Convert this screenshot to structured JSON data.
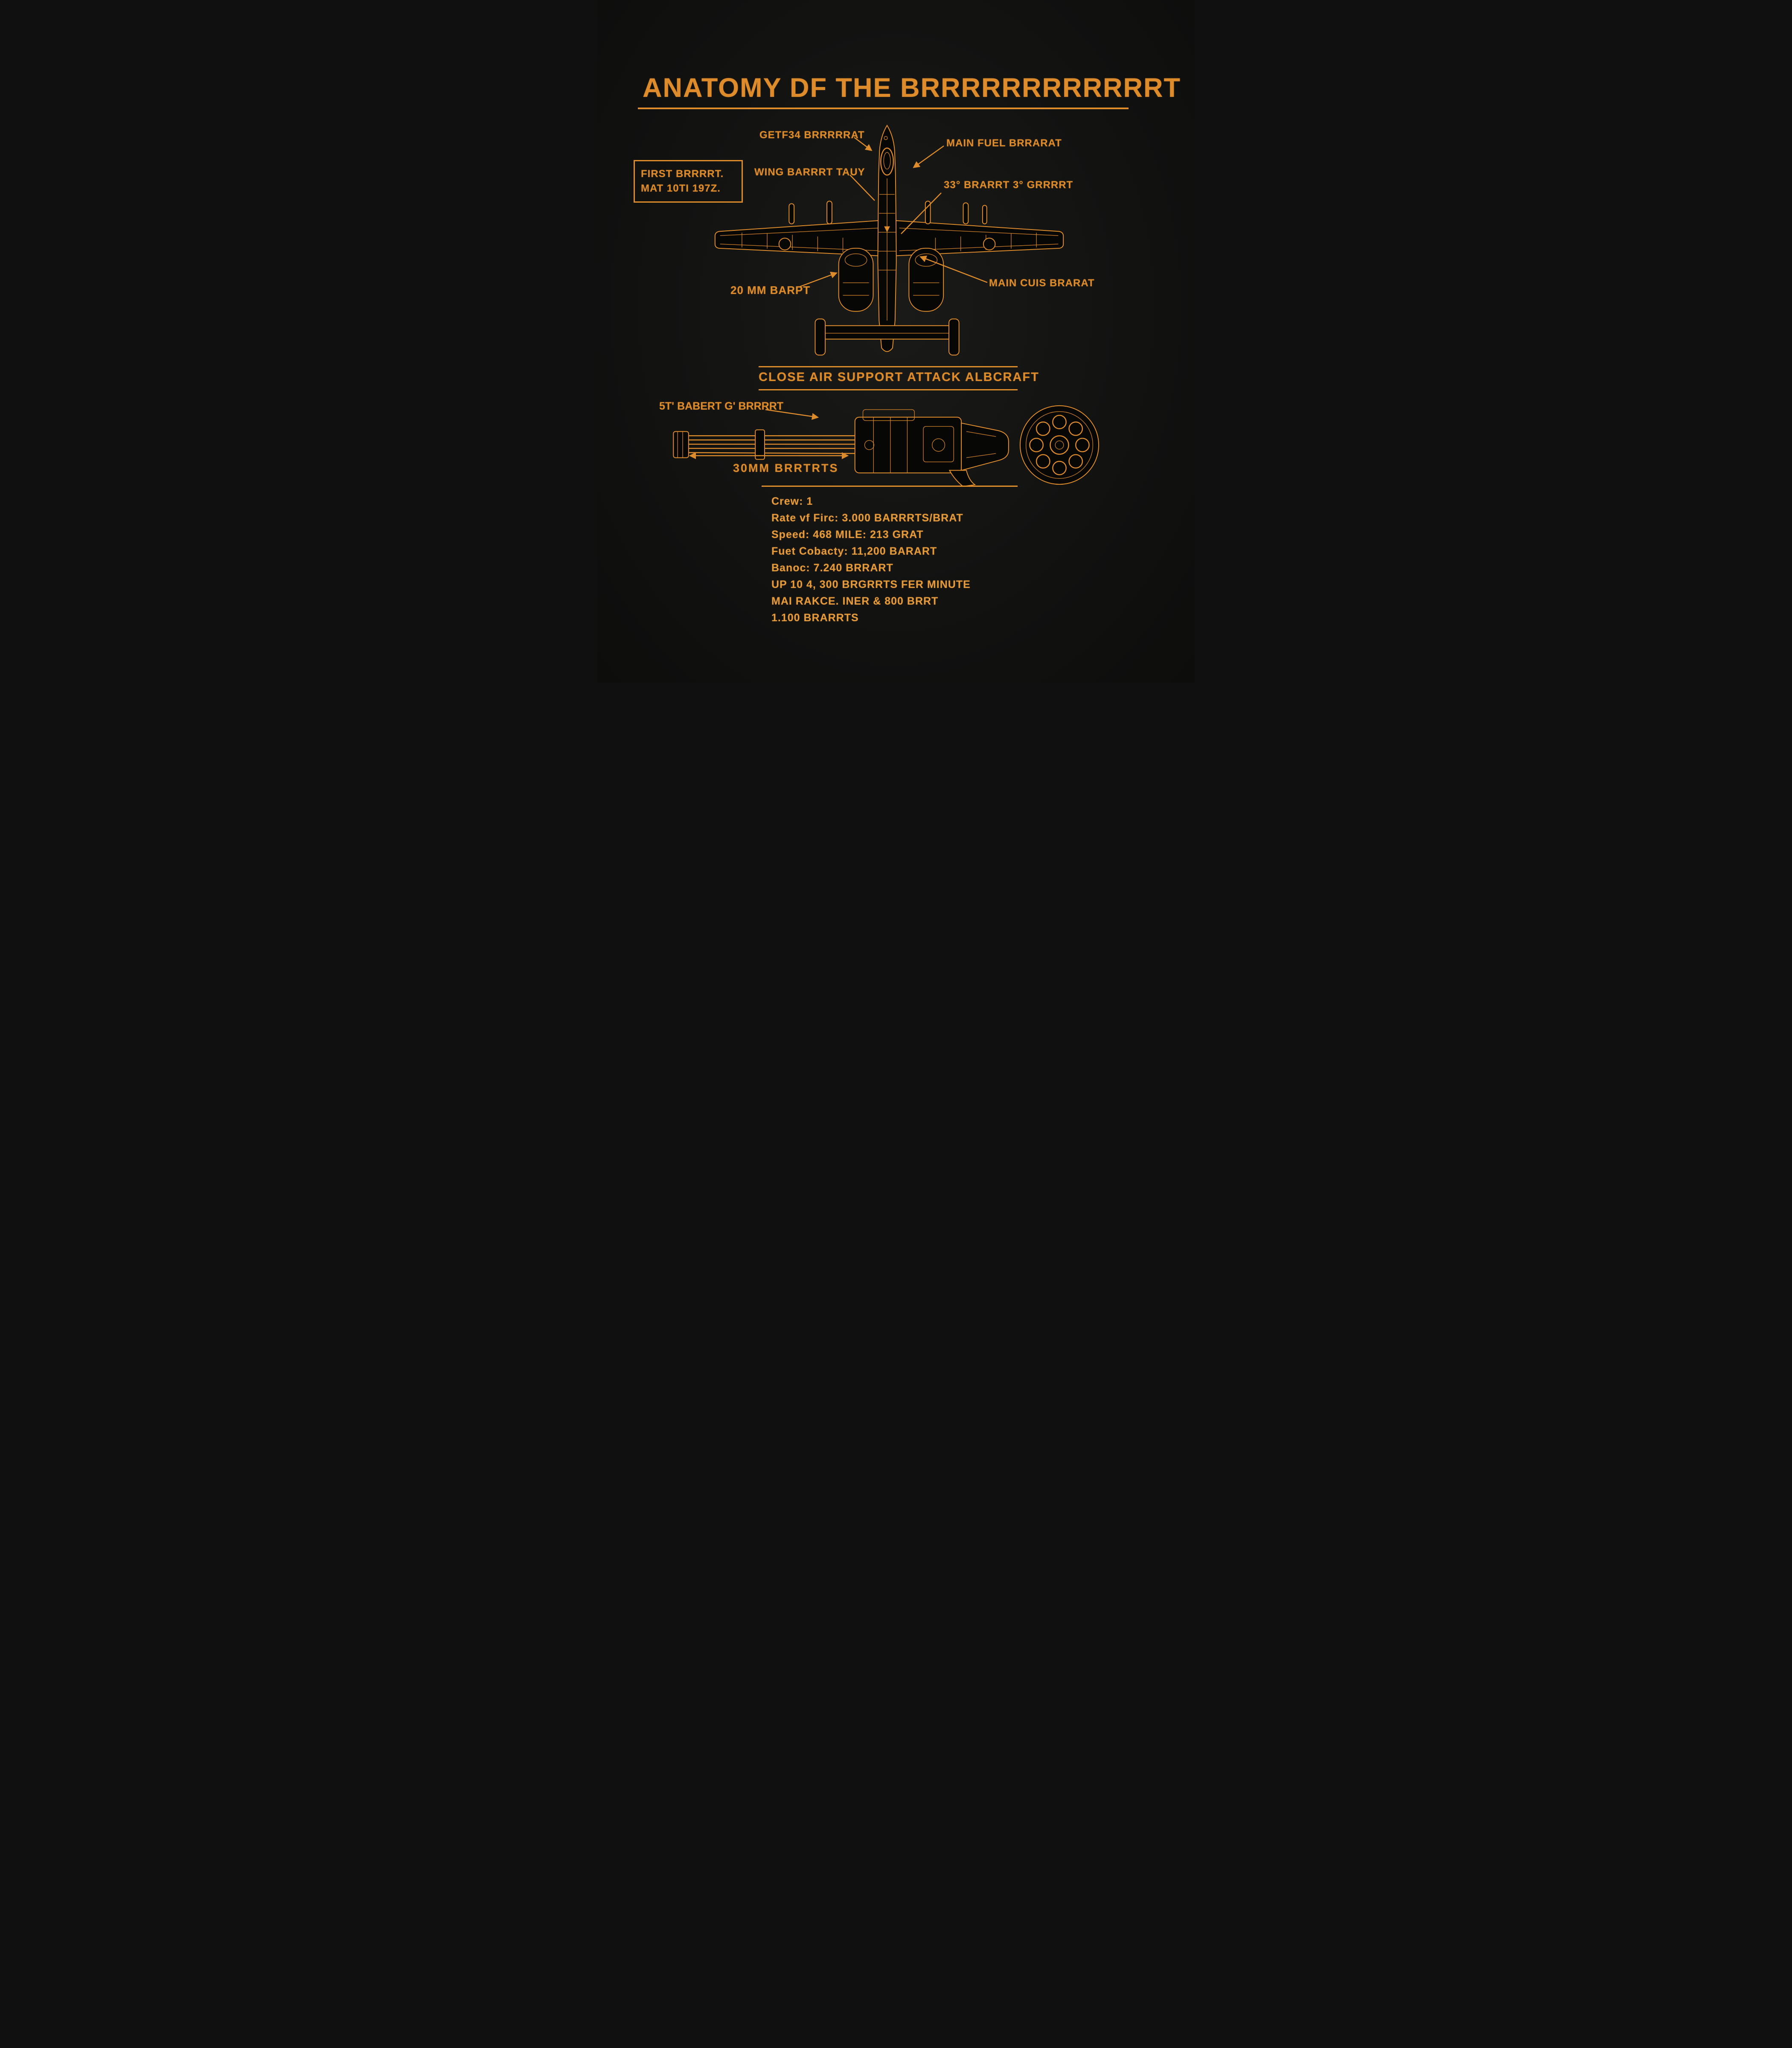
{
  "colors": {
    "accent": "#dd8b2b",
    "accent_light": "#e59a3c",
    "background": "#141413",
    "silhouette": "#070706"
  },
  "title": "ANATOMY DF THE BRRRRRRRRRRRRT",
  "callouts": {
    "engine_label": "GETF34 BRRRRRAT",
    "fuel_label": "MAIN FUEL BRRARAT",
    "first_box_line1": "FIRST BRRRRT.",
    "first_box_line2": "MAT 10TI 197Z.",
    "wing_label": "WING BARRRT TAUY",
    "angle_label": "33° BRARRT 3° GRRRRT",
    "cannon_label": "20 MM BARPT",
    "gear_label": "MAIN CUIS BRARAT"
  },
  "subtitle": "CLOSE AIR SUPPORT ATTACK ALBCRAFT",
  "gun_section": {
    "gun_label": "5T' BABERT G' BRRRRT",
    "dimension_label": "30MM BRRTRTS"
  },
  "specs": [
    "Crew: 1",
    "Rate vf Firc: 3.000 BARRRTS/BRAT",
    "Speed: 468 MILE: 213 GRAT",
    "Fuet Cobacty: 11,200 BARART",
    "Banoc: 7.240 BRRART",
    "UP 10 4, 300 BRGRRTS FER MINUTE",
    "MAI RAKCE. INER & 800 BRRT",
    "1.100 BRARRTS"
  ]
}
